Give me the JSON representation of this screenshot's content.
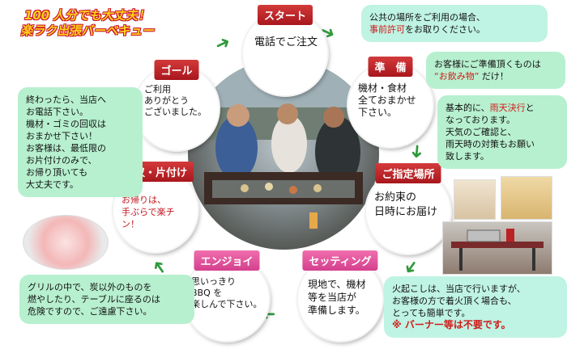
{
  "headline": {
    "line1": "100 人分でも大丈夫！",
    "line2": "楽ラク出張バーベキュー"
  },
  "steps": {
    "start": {
      "tag": "スタート",
      "text": "電話でご注文"
    },
    "prep": {
      "tag": "準　備",
      "text": "機材・食材\n全ておまかせ\n下さい。"
    },
    "place": {
      "tag": "ご指定場所",
      "text": "お約束の\n日時にお届け"
    },
    "setting": {
      "tag": "セッティング",
      "text": "現地で、機材\n等を当店が\n準備します。"
    },
    "enjoy": {
      "tag": "エンジョイ",
      "text": "思いっきり\nBBQ を\n楽しんで下さい。"
    },
    "collect": {
      "tag": "回収・片付け",
      "text": "お帰りは、\n手ぶらで楽チン！"
    },
    "goal": {
      "tag": "ゴール",
      "text": "ご利用\nありがとう\nございました。"
    }
  },
  "panels": {
    "public": {
      "text1": "公共の場所をご利用の場合、",
      "hl": "事前許可",
      "text2": "をお取りください。"
    },
    "drinks": {
      "text1": "お客様にご準備頂くものは",
      "hl": "“お飲み物”",
      "text2": "だけ！"
    },
    "rain": {
      "text1": "基本的に、",
      "hl": "雨天決行",
      "text2": "と\nなっております。\n天気のご確認と、\n雨天時の対策もお願い\n致します。"
    },
    "fire": {
      "text1": "火起こしは、当店で行いますが、\nお客様の方で着火頂く場合も、\nとっても簡単です。",
      "hl": "※ バーナー等は不要です。"
    },
    "after": {
      "text": "終わったら、当店へ\nお電話下さい。\n機材・ゴミの回収は\nおまかせ下さい！\nお客様は、最低限の\nお片付けのみで、\nお帰り頂いても\n大丈夫です。"
    },
    "grill": {
      "text": "グリルの中で、炭以外のものを\n燃やしたり、テーブルに座るのは\n危険ですので、ご遠慮下さい。"
    }
  },
  "colors": {
    "red_tag": "#b31a1f",
    "pink_tag": "#e0519a",
    "arrow": "#2f9a3c",
    "panel": "#b7f0cf"
  }
}
